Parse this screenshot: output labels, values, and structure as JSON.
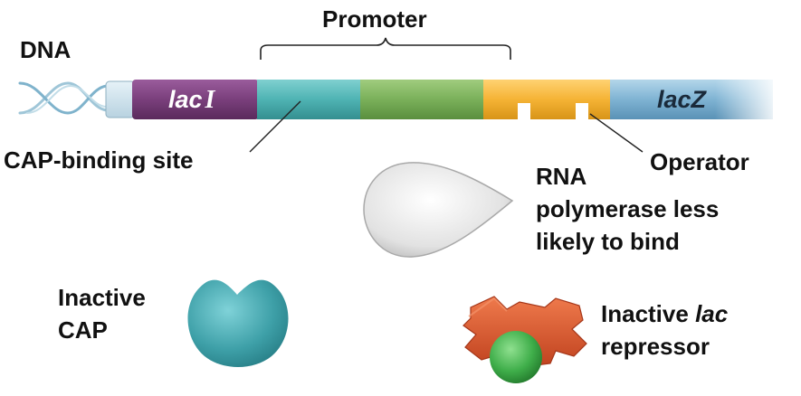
{
  "labels": {
    "dna": "DNA",
    "promoter": "Promoter",
    "cap_binding_site": "CAP-binding site",
    "operator": "Operator",
    "rna_polymerase": [
      "RNA",
      "polymerase less",
      "likely to bind"
    ],
    "inactive_cap": [
      "Inactive",
      "CAP"
    ],
    "inactive_repressor": {
      "line1_prefix": "Inactive ",
      "line1_italic": "lac",
      "line2": "repressor"
    }
  },
  "genes": {
    "lacI": {
      "prefix": "lac",
      "suffix": "I"
    },
    "lacZ": "lacZ"
  },
  "colors": {
    "lacI": "#7a3f7c",
    "cap_site": "#4fb3b3",
    "promoter_green": "#7ab05a",
    "operator": "#f5b335",
    "lacZ": "#7fb3d3",
    "cap_protein": "#3ea0a8",
    "repressor": "#d9532b",
    "inducer": "#3fae4a",
    "polymerase": "#e0e0e0"
  }
}
